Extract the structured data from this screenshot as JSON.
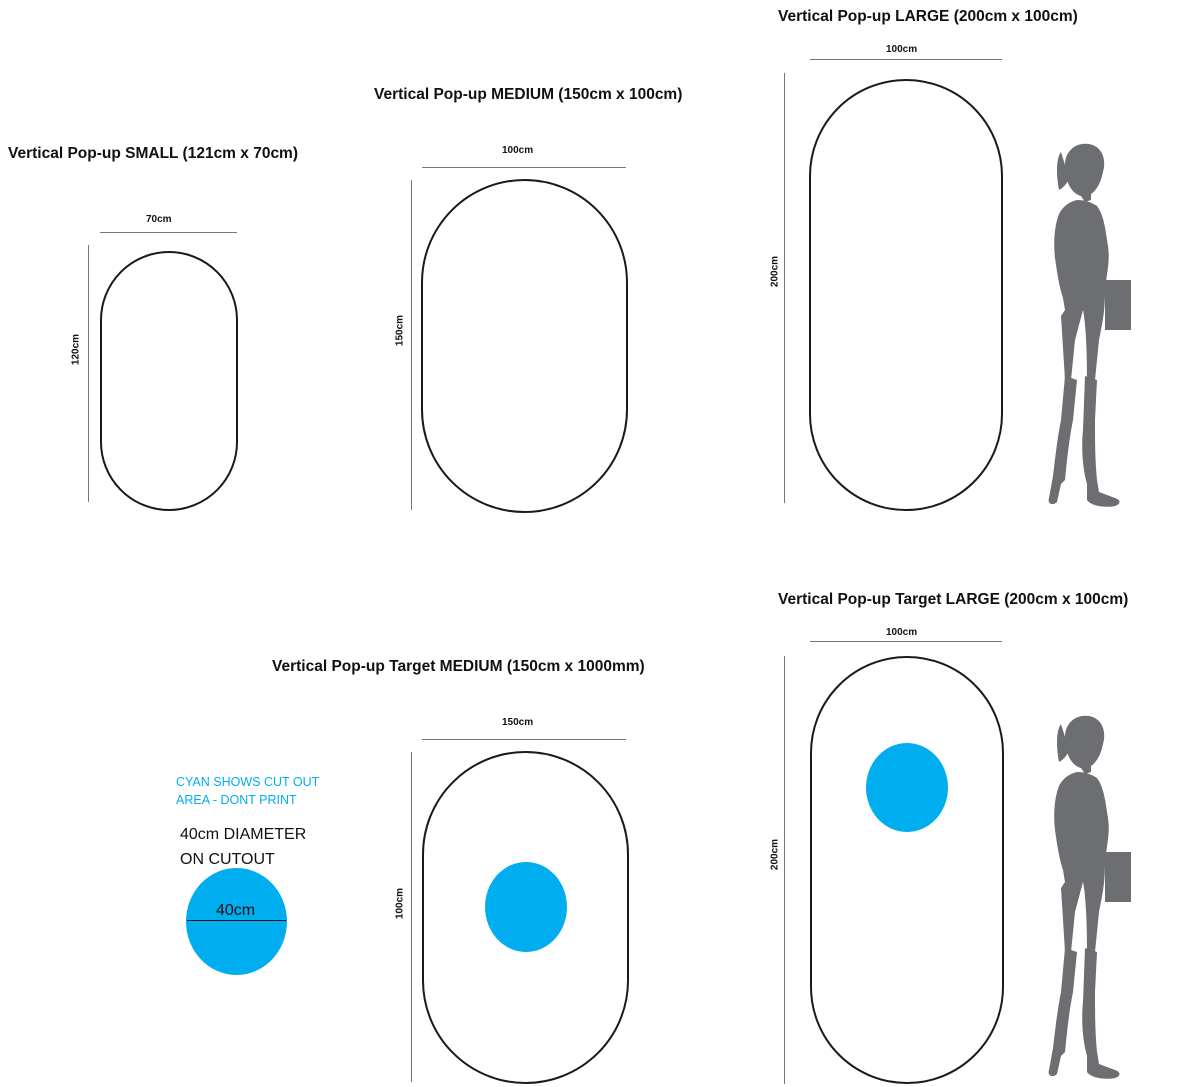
{
  "panels": {
    "small": {
      "title": "Vertical Pop-up SMALL (121cm x 70cm)",
      "width_label": "70cm",
      "height_label": "120cm"
    },
    "medium": {
      "title": "Vertical Pop-up MEDIUM (150cm x 100cm)",
      "width_label": "100cm",
      "height_label": "150cm"
    },
    "large": {
      "title": "Vertical Pop-up LARGE (200cm x 100cm)",
      "width_label": "100cm",
      "height_label": "200cm"
    },
    "target_medium": {
      "title": "Vertical Pop-up Target MEDIUM (150cm x 1000mm)",
      "width_label": "150cm",
      "height_label": "100cm"
    },
    "target_large": {
      "title": "Vertical Pop-up Target LARGE (200cm x 100cm)",
      "width_label": "100cm",
      "height_label": "200cm"
    }
  },
  "legend": {
    "cyan_note_line1": "CYAN SHOWS CUT OUT",
    "cyan_note_line2": "AREA - DONT PRINT",
    "diameter_line1": "40cm DIAMETER",
    "diameter_line2": "ON CUTOUT",
    "circle_label": "40cm"
  },
  "colors": {
    "cutout": "#00aeef",
    "outline": "#1a1a1a",
    "silhouette": "#6d6e71"
  },
  "icons": [
    "woman-silhouette-icon"
  ]
}
